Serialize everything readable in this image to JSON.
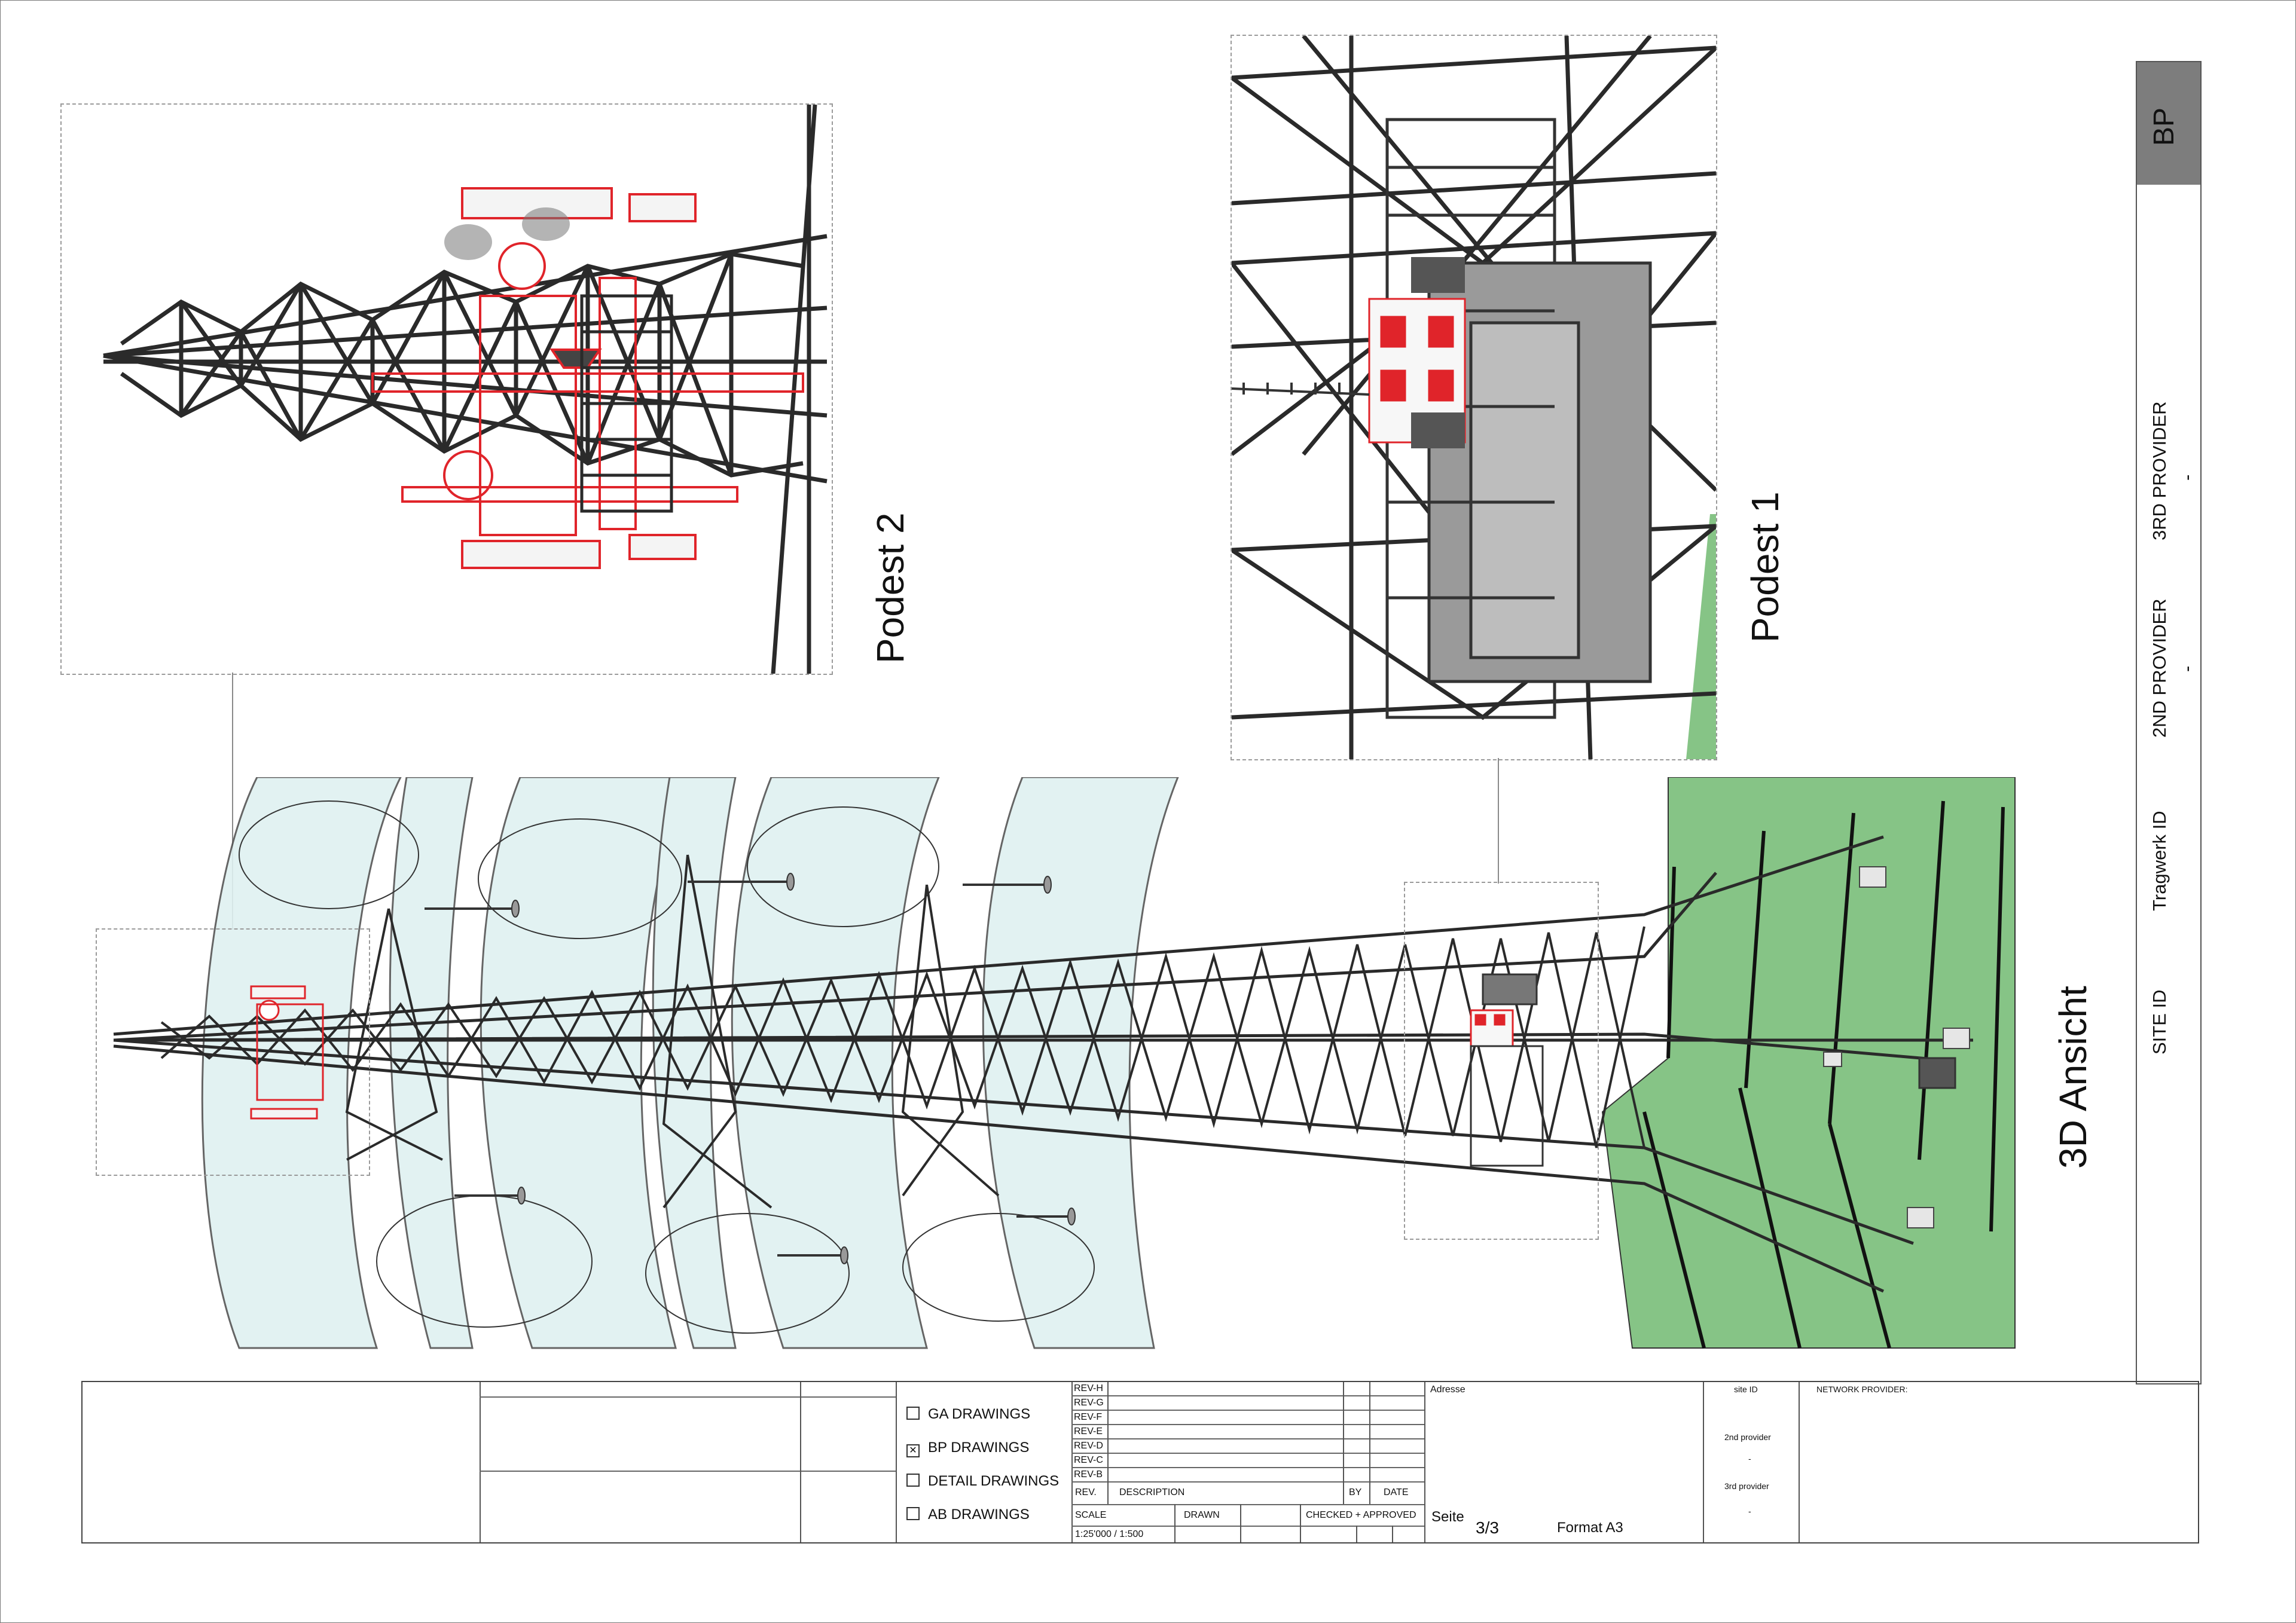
{
  "views": {
    "podest2_label": "Podest 2",
    "podest1_label": "Podest 1",
    "main_label": "3D Ansicht"
  },
  "strip": {
    "badge": "BP",
    "third_provider_label": "3RD PROVIDER",
    "third_provider_value": "-",
    "second_provider_label": "2ND PROVIDER",
    "second_provider_value": "-",
    "tragwerk_label": "Tragwerk ID",
    "site_label": "SITE ID"
  },
  "drawing_types": [
    {
      "label": "GA DRAWINGS",
      "checked": false
    },
    {
      "label": "BP DRAWINGS",
      "checked": true
    },
    {
      "label": "DETAIL DRAWINGS",
      "checked": false
    },
    {
      "label": "AB DRAWINGS",
      "checked": false
    }
  ],
  "revisions": [
    "REV-H",
    "REV-G",
    "REV-F",
    "REV-E",
    "REV-D",
    "REV-C",
    "REV-B"
  ],
  "rev_header": {
    "rev": "REV.",
    "description": "DESCRIPTION",
    "by": "BY",
    "date": "DATE"
  },
  "scale_row": {
    "scale_label": "SCALE",
    "drawn_label": "DRAWN",
    "checked_label": "CHECKED + APPROVED",
    "scale_value": "1:25'000 / 1:500"
  },
  "address": {
    "label": "Adresse",
    "page_label": "Seite",
    "page_value": "3/3",
    "format": "Format A3"
  },
  "site_col": {
    "site_id": "site ID",
    "second": "2nd provider",
    "second_value": "-",
    "third": "3rd provider",
    "third_value": "-"
  },
  "network": {
    "label": "NETWORK PROVIDER:"
  },
  "colors": {
    "ground": "#86c486",
    "cylinder": "#dff1f1",
    "steel": "#2a2a2a",
    "equipment": "#e0242a",
    "badge": "#7d7d7d"
  }
}
